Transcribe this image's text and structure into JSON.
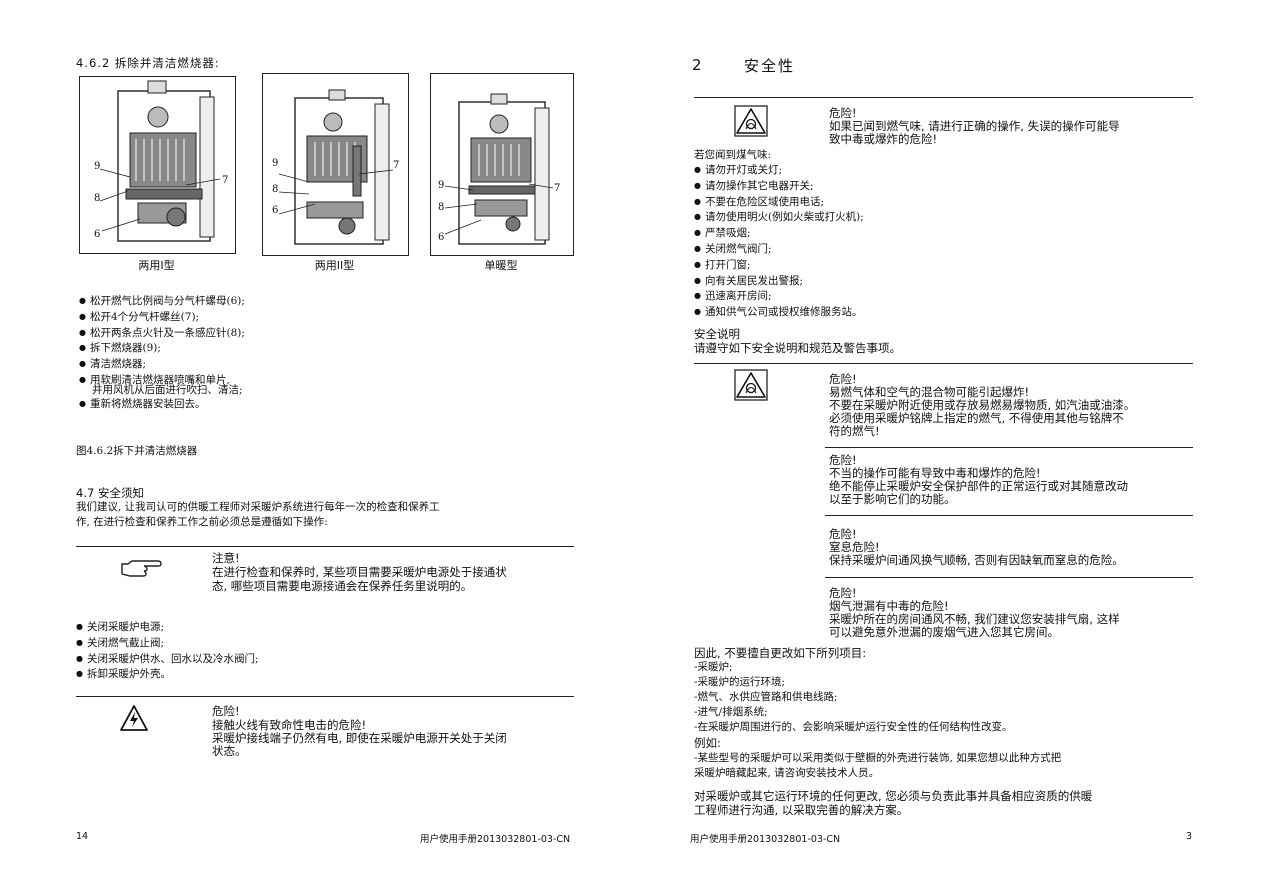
{
  "left": {
    "section_title": "4.6.2 拆除并清洁燃烧器:",
    "figures": [
      {
        "caption": "两用I型",
        "labels": [
          "9",
          "8",
          "7",
          "6"
        ]
      },
      {
        "caption": "两用II型",
        "labels": [
          "9",
          "8",
          "6",
          "7"
        ]
      },
      {
        "caption": "单暖型",
        "labels": [
          "9",
          "8",
          "6",
          "7"
        ]
      }
    ],
    "steps": [
      "松开燃气比例阀与分气杆螺母(6);",
      "松开4个分气杆螺丝(7);",
      "松开两条点火针及一条感应针(8);",
      "拆下燃烧器(9);",
      "清洁燃烧器;",
      "用软刷清洁燃烧器喷嘴和单片,",
      "重新将燃烧器安装回去。"
    ],
    "step_cont": "并用风机从后面进行吹扫、清洁;",
    "figure_caption": "图4.6.2拆下并清洁燃烧器",
    "safety_title": "4.7  安全须知",
    "safety_intro": [
      "我们建议, 让我司认可的供暖工程师对采暖炉系统进行每年一次的检查和保养工",
      "作, 在进行检查和保养工作之前必须总是遵循如下操作:"
    ],
    "note": {
      "title": "注意!",
      "lines": [
        "在进行检查和保养时, 某些项目需要采暖炉电源处于接通状",
        "态, 哪些项目需要电源接通会在保养任务里说明的。"
      ]
    },
    "actions": [
      "关闭采暖炉电源;",
      "关闭燃气截止阀;",
      "关闭采暖炉供水、回水以及冷水阀门;",
      "拆卸采暖炉外壳。"
    ],
    "danger": {
      "title": "危险!",
      "lines": [
        "接触火线有致命性电击的危险!",
        "采暖炉接线端子仍然有电, 即使在采暖炉电源开关处于关闭",
        "状态。"
      ]
    },
    "footer": {
      "page": "14",
      "doc": "用户使用手册2013032801-03-CN"
    }
  },
  "right": {
    "chapter_num": "2",
    "chapter_title": "安全性",
    "gas_warning": {
      "title": "危险!",
      "lines": [
        "如果已闻到燃气味, 请进行正确的操作, 失误的操作可能导",
        "致中毒或爆炸的危险!"
      ]
    },
    "gas_intro": "若您闻到煤气味:",
    "gas_steps": [
      "请勿开灯或关灯;",
      "请勿操作其它电器开关;",
      "不要在危险区域使用电话;",
      "请勿使用明火(例如火柴或打火机);",
      "严禁吸烟;",
      "关闭燃气阀门;",
      "打开门窗;",
      "向有关居民发出警报;",
      "迅速离开房间;",
      "通知供气公司或授权维修服务站。"
    ],
    "safety_heading": "安全说明",
    "safety_sub": "请遵守如下安全说明和规范及警告事项。",
    "dangers": [
      {
        "title": "危险!",
        "lines": [
          "易燃气体和空气的混合物可能引起爆炸!",
          "不要在采暖炉附近使用或存放易燃易爆物质, 如汽油或油漆。",
          "必须使用采暖炉铭牌上指定的燃气, 不得使用其他与铭牌不",
          "符的燃气!"
        ]
      },
      {
        "title": "危险!",
        "lines": [
          "不当的操作可能有导致中毒和爆炸的危险!",
          "绝不能停止采暖炉安全保护部件的正常运行或对其随意改动",
          "以至于影响它们的功能。"
        ]
      },
      {
        "title": "危险!",
        "lines": [
          "窒息危险!",
          "保持采暖炉间通风换气顺畅, 否则有因缺氧而窒息的危险。"
        ]
      },
      {
        "title": "危险!",
        "lines": [
          "烟气泄漏有中毒的危险!",
          "采暖炉所在的房间通风不畅, 我们建议您安装排气扇, 这样",
          "可以避免意外泄漏的废烟气进入您其它房间。"
        ]
      }
    ],
    "changes_intro": "因此, 不要擅自更改如下所列项目:",
    "changes": [
      "-采暖炉;",
      "-采暖炉的运行环境;",
      "-燃气、水供应管路和供电线路;",
      "-进气/排烟系统;",
      "-在采暖炉周围进行的、会影响采暖炉运行安全性的任何结构性改变。"
    ],
    "example_label": "例如:",
    "example_lines": [
      "-某些型号的采暖炉可以采用类似于壁橱的外壳进行装饰, 如果您想以此种方式把",
      " 采暖炉暗藏起来, 请咨询安装技术人员。"
    ],
    "closing": [
      "对采暖炉或其它运行环境的任何更改, 您必须与负责此事并具备相应资质的供暖",
      "工程师进行沟通, 以采取完善的解决方案。"
    ],
    "footer": {
      "doc": "用户使用手册2013032801-03-CN",
      "page": "3"
    }
  }
}
